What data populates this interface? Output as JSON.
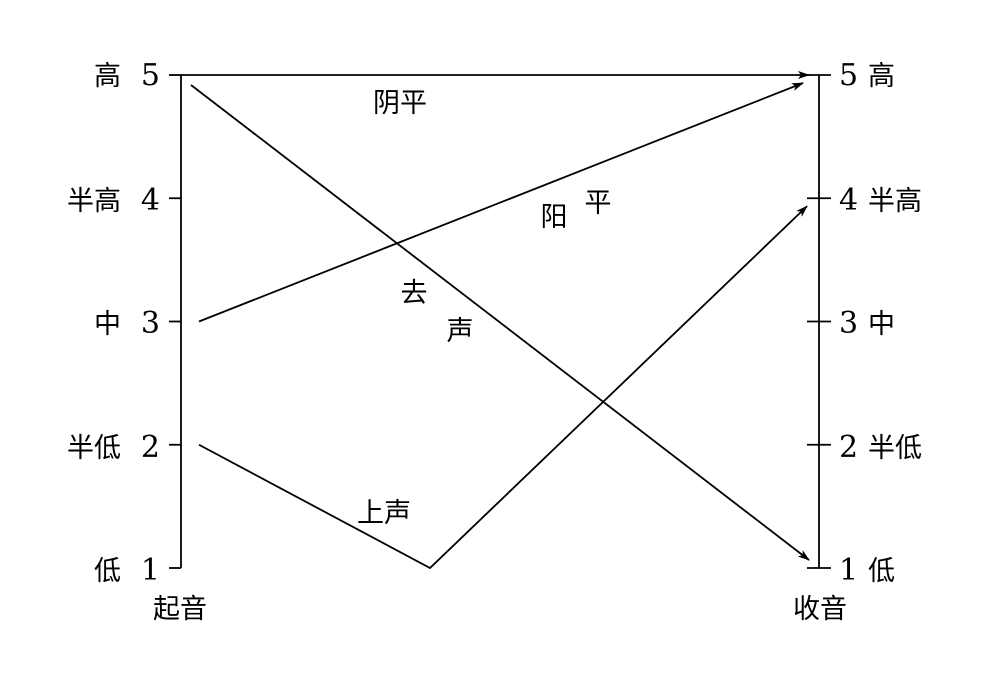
{
  "levels": [
    {
      "value": 5,
      "number": "5",
      "name": "高"
    },
    {
      "value": 4,
      "number": "4",
      "name": "半高"
    },
    {
      "value": 3,
      "number": "3",
      "name": "中"
    },
    {
      "value": 2,
      "number": "2",
      "name": "半低"
    },
    {
      "value": 1,
      "number": "1",
      "name": "低"
    }
  ],
  "axes": {
    "start_title": "起音",
    "end_title": "收音"
  },
  "tones": [
    {
      "id": "yinping",
      "label": "阴平",
      "points": [
        [
          0,
          5
        ],
        [
          1,
          5
        ]
      ],
      "arrow": true
    },
    {
      "id": "yangping",
      "label_parts": [
        "阳",
        "平"
      ],
      "points": [
        [
          0,
          3
        ],
        [
          1,
          5
        ]
      ],
      "arrow": true
    },
    {
      "id": "qusheng",
      "label_parts": [
        "去",
        "声"
      ],
      "points": [
        [
          0,
          5
        ],
        [
          1,
          1
        ]
      ],
      "arrow": true
    },
    {
      "id": "shangsheng",
      "label": "上声",
      "points": [
        [
          0,
          2
        ],
        [
          0.5,
          1
        ],
        [
          1,
          4
        ]
      ],
      "arrow": true
    }
  ]
}
